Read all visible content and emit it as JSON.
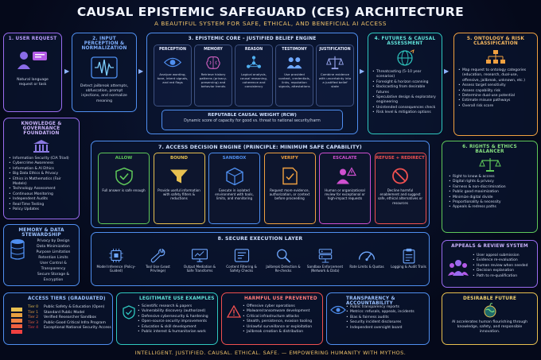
{
  "header": {
    "title": "CAUSAL EPISTEMIC SAFEGUARD (CES) ARCHITECTURE",
    "subtitle": "A BEAUTIFUL SYSTEM FOR SAFE, ETHICAL, AND BENEFICIAL AI ACCESS"
  },
  "colors": {
    "blue": "#4f8ff0",
    "teal": "#2fc8c0",
    "orange": "#f0a040",
    "green": "#5fc85a",
    "purple": "#9a6cf0",
    "gold": "#e8c050",
    "red": "#f05050",
    "pink": "#f060a0"
  },
  "user_request": {
    "title": "1. USER REQUEST",
    "icon": "user-chat-icon",
    "text": "Natural language request or task"
  },
  "input_perception": {
    "title": "2. INPUT PERCEPTION & NORMALIZATION",
    "icon": "waveform-icon",
    "text": "Detect jailbreak attempts, obfuscation, prompt injections, and normalize meaning"
  },
  "epistemic_core": {
    "title": "3. EPISTEMIC CORE – JUSTIFIED BELIEF ENGINE",
    "modules": [
      {
        "title": "PERCEPTION",
        "icon": "eye-icon",
        "text": "Analyze wording, tone, intent signals, and red flags"
      },
      {
        "title": "MEMORY",
        "icon": "brain-icon",
        "text": "Retrieve history patterns (privacy-preserving) and behavior trends"
      },
      {
        "title": "REASON",
        "icon": "network-icon",
        "text": "Logical analysis, causal reasoning, coherence and consistency"
      },
      {
        "title": "TESTIMONY",
        "icon": "people-icon",
        "text": "Use provided context, credentials, links, reputation signals, attestations"
      },
      {
        "title": "JUSTIFICATION",
        "icon": "scales-icon",
        "text": "Combine evidence with uncertainty into a justified belief state"
      }
    ],
    "rcw_title": "REPUTABLE CAUSAL WEIGHT (RCW)",
    "rcw_text": "Dynamic score of capacity for good vs. threat to national security/harm"
  },
  "futures": {
    "title": "4. FUTURES & CAUSAL ASSESSMENT",
    "icon": "globe-icon",
    "items": [
      "Threatcasting (5–10 year scenarios)",
      "Foresight & horizon scanning",
      "Backcasting from desirable futures",
      "Speculative design & exploratory engineering",
      "Unintended consequences check",
      "Risk level & mitigation options"
    ]
  },
  "ontology": {
    "title": "5. ONTOLOGY & RISK CLASSIFICATION",
    "icon": "hierarchy-icon",
    "items": [
      "Map request to ontology categories (education, research, dual-use, offensive, jailbreak, unknown, etc.)",
      "Assess target sensitivity",
      "Assess capability risk",
      "Determine dual-use potential",
      "Estimate misuse pathways",
      "Overall risk score"
    ]
  },
  "knowledge": {
    "title": "KNOWLEDGE & GOVERNANCE FOUNDATION",
    "icon": "institution-icon",
    "items": [
      "Information Security (CIA Triad)",
      "Cybercrime Awareness",
      "Information & AI Ethics",
      "Big Data Ethics & Privacy",
      "Ethics in Mathematics (Fair Models)",
      "Technology Assessment",
      "Continuous Monitoring",
      "Independent Audits",
      "Real-Time Testing",
      "Policy Updates"
    ]
  },
  "memory": {
    "title": "MEMORY & DATA STEWARDSHIP",
    "icon": "database-icon",
    "items": [
      "Privacy by Design",
      "Data Minimization",
      "Purpose Limitation",
      "Retention Limits",
      "User Control & Transparency",
      "Secure Storage & Encryption"
    ]
  },
  "decision": {
    "title": "7. ACCESS DECISION ENGINE (PRINCIPLE: MINIMUM SAFE CAPABILITY)",
    "options": [
      {
        "title": "ALLOW",
        "icon": "shield-check-icon",
        "text": "Full answer is safe enough"
      },
      {
        "title": "BOUND",
        "icon": "funnel-icon",
        "text": "Provide useful information with safety filters & reductions"
      },
      {
        "title": "SANDBOX",
        "icon": "cube-icon",
        "text": "Execute in isolated environment with tools, limits, and monitoring"
      },
      {
        "title": "VERIFY",
        "icon": "document-check-icon",
        "text": "Request more evidence, authorization, or context before proceeding"
      },
      {
        "title": "ESCALATE",
        "icon": "person-alert-icon",
        "text": "Human or organizational review for exceptional or high-impact requests"
      },
      {
        "title": "REFUSE + REDIRECT",
        "icon": "prohibited-icon",
        "text": "Decline harmful enablement and suggest safe, ethical alternatives or resources"
      }
    ]
  },
  "rights": {
    "title": "6. RIGHTS & ETHICS BALANCER",
    "icon": "balance-scale-icon",
    "items": [
      "Right to know & access",
      "Digital rights & privacy",
      "Fairness & non-discrimination",
      "Public good maximization",
      "Minimize digital divide",
      "Proportionality & necessity",
      "Appeals & redress paths"
    ]
  },
  "execution": {
    "title": "8. SECURE EXECUTION LAYER",
    "items": [
      {
        "icon": "microchip-icon",
        "text": "Model Inference (Policy-Guided)"
      },
      {
        "icon": "wrench-icon",
        "text": "Tool Use (Least Privilege)"
      },
      {
        "icon": "monitor-icon",
        "text": "Output Mediation & Safe Transforms"
      },
      {
        "icon": "filter-icon",
        "text": "Content Filtering & Safety Checks"
      },
      {
        "icon": "magnifier-icon",
        "text": "Jailbreak Detection & Re-checks"
      },
      {
        "icon": "server-icon",
        "text": "Sandbox Enforcement (Network & Data)"
      },
      {
        "icon": "gauge-icon",
        "text": "Rate Limits & Quotas"
      },
      {
        "icon": "clipboard-icon",
        "text": "Logging & Audit Trails"
      }
    ]
  },
  "appeals": {
    "title": "APPEALS & REVIEW SYSTEM",
    "icon": "group-icon",
    "items": [
      "User appeal submission",
      "Evidence re-evaluation",
      "Human review when needed",
      "Decision explanation",
      "Path to re-qualification"
    ]
  },
  "desirable": {
    "title": "DESIRABLE FUTURE",
    "icon": "globe-growth-icon",
    "text": "AI accelerates human flourishing through knowledge, safety, and responsible innovation."
  },
  "tiers": {
    "title": "ACCESS TIERS (GRADUATED)",
    "icon": "tiers-icon",
    "rows": [
      {
        "tier": "Tier 0",
        "label": "Public Safety & Education (Open)",
        "color": "#e8c050"
      },
      {
        "tier": "Tier 1",
        "label": "Standard Public Model",
        "color": "#e8a040"
      },
      {
        "tier": "Tier 2",
        "label": "Verified Researcher Sandbox",
        "color": "#f08040"
      },
      {
        "tier": "Tier 3",
        "label": "Public-Good Critical Infra Program",
        "color": "#f06040"
      },
      {
        "tier": "Tier 4",
        "label": "Exceptional National Security Access",
        "color": "#f04040"
      }
    ]
  },
  "legit": {
    "title": "LEGITIMATE USE EXAMPLES",
    "icon": "shield-check-icon",
    "items": [
      "Scientific research & papers",
      "Vulnerability discovery (authorized)",
      "Defensive cybersecurity & hardening",
      "Open-source security improvements",
      "Education & skill development",
      "Public interest & humanitarian work"
    ]
  },
  "harmful": {
    "title": "HARMFUL USE PREVENTED",
    "icon": "warning-icon",
    "items": [
      "Offensive cyber operations",
      "Malware/ransomware development",
      "Critical infrastructure attacks",
      "Stealth, persistence, evasion tooling",
      "Unlawful surveillance or exploitation",
      "Jailbreak creation & distribution"
    ]
  },
  "transparency": {
    "title": "TRANSPARENCY & ACCOUNTABILITY",
    "icon": "eye-icon",
    "items": [
      "Public transparency reports",
      "Metrics: refusals, appeals, incidents",
      "Bias & fairness audits",
      "Security incident disclosures",
      "Independent oversight board"
    ]
  },
  "footer": "INTELLIGENT. JUSTIFIED. CAUSAL. ETHICAL. SAFE.   —   EMPOWERING HUMANITY WITH MYTHOS."
}
